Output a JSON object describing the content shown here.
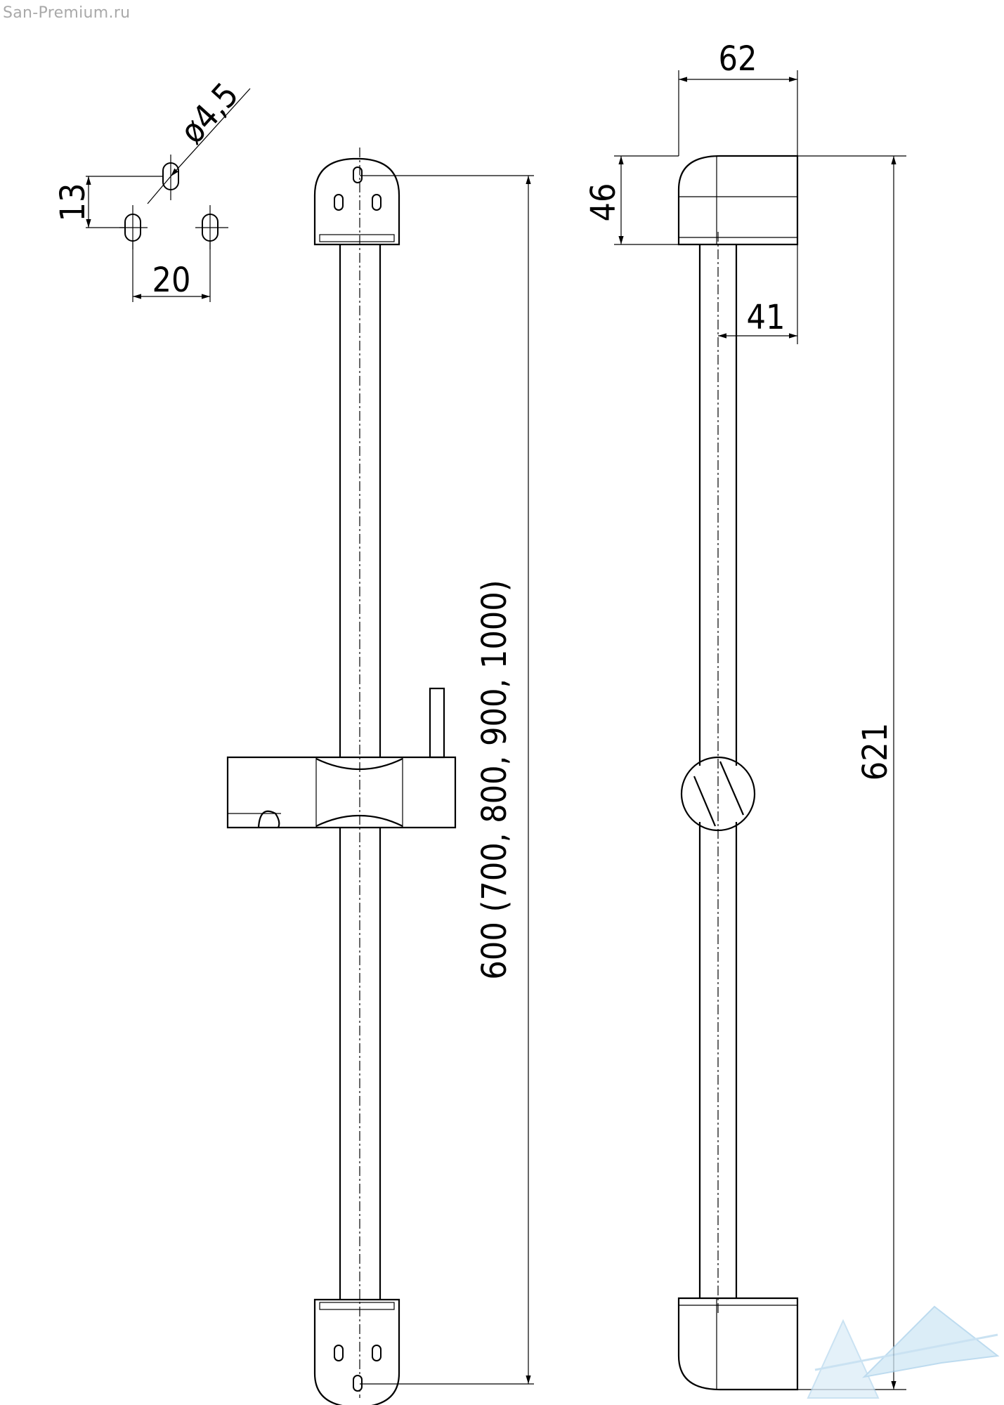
{
  "watermark": {
    "text": "San-Premium.ru"
  },
  "dimensions": {
    "hole_diameter": "ø4,5",
    "hole_vertical": "13",
    "hole_horizontal": "20",
    "bar_length": "600 (700, 800, 900, 1000)",
    "bracket_depth": "62",
    "bracket_height": "46",
    "bar_offset": "41",
    "total_height": "621"
  },
  "colors": {
    "line": "#000000",
    "watermark": "#a9a9a9",
    "logo": "#cfe7f5"
  },
  "icons": {
    "logo": "san-premium-logo-icon"
  }
}
